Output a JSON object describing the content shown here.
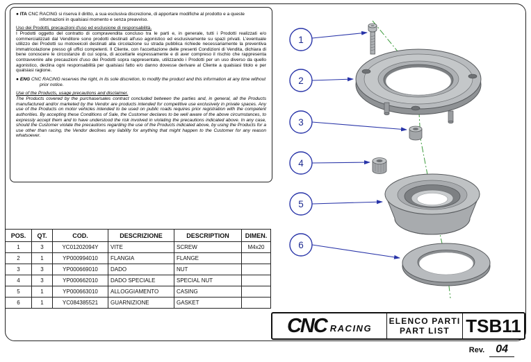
{
  "disclaimer": {
    "ita_bullet": "● ITA",
    "ita_intro": "CNC RACING si riserva il diritto, a sua esclusiva discrezione, di apportare modifiche al prodotto e a queste informazioni in qualsiasi momento e senza preavviso.",
    "ita_heading": "Uso dei Prodotti, precauzioni d'uso ed esclusione di responsabilità.",
    "ita_body": "I Prodotti oggetto del contratto di compravendita concluso tra le parti e, in generale, tutti i Prodotti realizzati e/o commercializzati dal Venditore sono prodotti destinati all'uso agonistico ed esclusivamente su spazi privati. L'eventuale utilizzo dei Prodotti su motoveicoli destinati alla circolazione su strada pubblica richiede necessariamente la preventiva immatricolazione presso gli uffici competenti. Il Cliente, con l'accettazione delle presenti Condizioni di Vendita, dichiara di bene conoscere le circostanze di cui sopra, di accettarle espressamente e di aver compreso il rischio che rappresenta contravvenire alle precauzioni d'uso dei Prodotti sopra rappresentate, utilizzando i Prodotti per un uso diverso da quello agonistico, declina ogni responsabilità per qualsiasi fatto e/o danno dovesse derivare al Cliente a qualsiasi titolo e per qualsiasi ragione.",
    "eng_bullet": "● ENG",
    "eng_intro": "CNC RACING reserves the right, in its sole discretion, to modify the product and this information at any time without prior notice.",
    "eng_heading": "Use of the Products, usage precautions and disclaimer.",
    "eng_body": "The Products covered by the purchase/sales contract concluded between the parties and, in general, all the Products manufactured and/or marketed by the Vendor are products intended for competitive use exclusively in private spaces. Any use of the Products on motor vehicles intended to be used on public roads requires prior registration with the competent authorities. By accepting these Conditions of Sale, the Customer declares to be well aware of the above circumstances, to expressly accept them and to have understood the risk involved in violating the precautions indicated above. In any case, should the Customer violate the precautions regarding the use of the Products indicated above, by using the Products for a use other than racing, the Vendor declines any liability for anything that might happen to the Customer for any reason whatsoever."
  },
  "parts_table": {
    "headers": [
      "POS.",
      "QT.",
      "COD.",
      "DESCRIZIONE",
      "DESCRIPTION",
      "DIMEN."
    ],
    "rows": [
      [
        "1",
        "3",
        "YC01202094Y",
        "VITE",
        "SCREW",
        "M4x20"
      ],
      [
        "2",
        "1",
        "YP000994010",
        "FLANGIA",
        "FLANGE",
        ""
      ],
      [
        "3",
        "3",
        "YP000669010",
        "DADO",
        "NUT",
        ""
      ],
      [
        "4",
        "3",
        "YP000662010",
        "DADO SPECIALE",
        "SPECIAL NUT",
        ""
      ],
      [
        "5",
        "1",
        "YP000663010",
        "ALLOGGIAMENTO",
        "CASING",
        ""
      ],
      [
        "6",
        "1",
        "YC084385521",
        "GUARNIZIONE",
        "GASKET",
        ""
      ]
    ]
  },
  "diagram": {
    "callouts": [
      "1",
      "2",
      "3",
      "4",
      "5",
      "6"
    ],
    "leader_color": "#2834a8",
    "centerline_color": "#3a9a3a"
  },
  "title_block": {
    "brand_cnc": "CNC",
    "brand_racing": "RACING",
    "list_title_it": "ELENCO PARTI",
    "list_title_en": "PART LIST",
    "doc_code": "TSB11"
  },
  "revision": {
    "label": "Rev.",
    "value": "04"
  }
}
